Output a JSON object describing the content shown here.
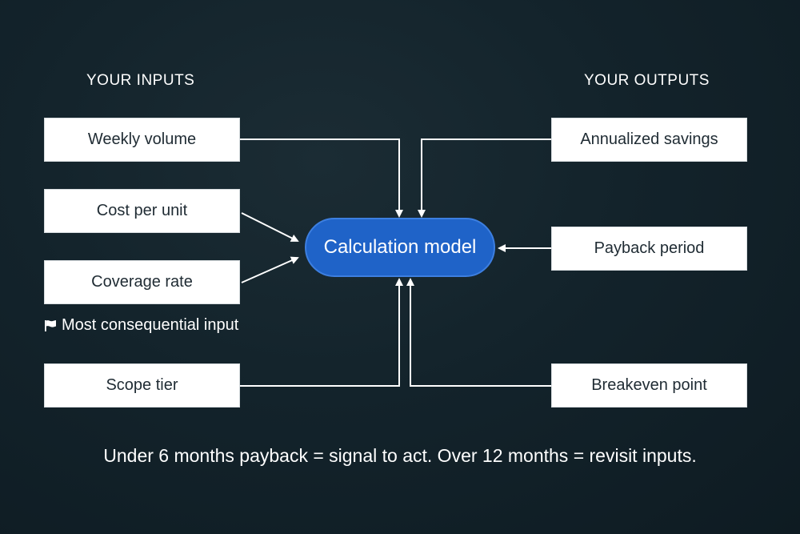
{
  "headings": {
    "inputs": "YOUR INPUTS",
    "outputs": "YOUR OUTPUTS"
  },
  "inputs": [
    {
      "label": "Weekly volume"
    },
    {
      "label": "Cost per unit"
    },
    {
      "label": "Coverage rate"
    },
    {
      "label": "Scope tier"
    }
  ],
  "note": {
    "icon": "flag-icon",
    "text": "Most consequential input"
  },
  "center": {
    "label": "Calculation model",
    "color": "#1f63c8"
  },
  "outputs": [
    {
      "label": "Annualized savings"
    },
    {
      "label": "Payback period"
    },
    {
      "label": "Breakeven point"
    }
  ],
  "footer": "Under 6 months payback = signal to act. Over 12 months = revisit inputs."
}
